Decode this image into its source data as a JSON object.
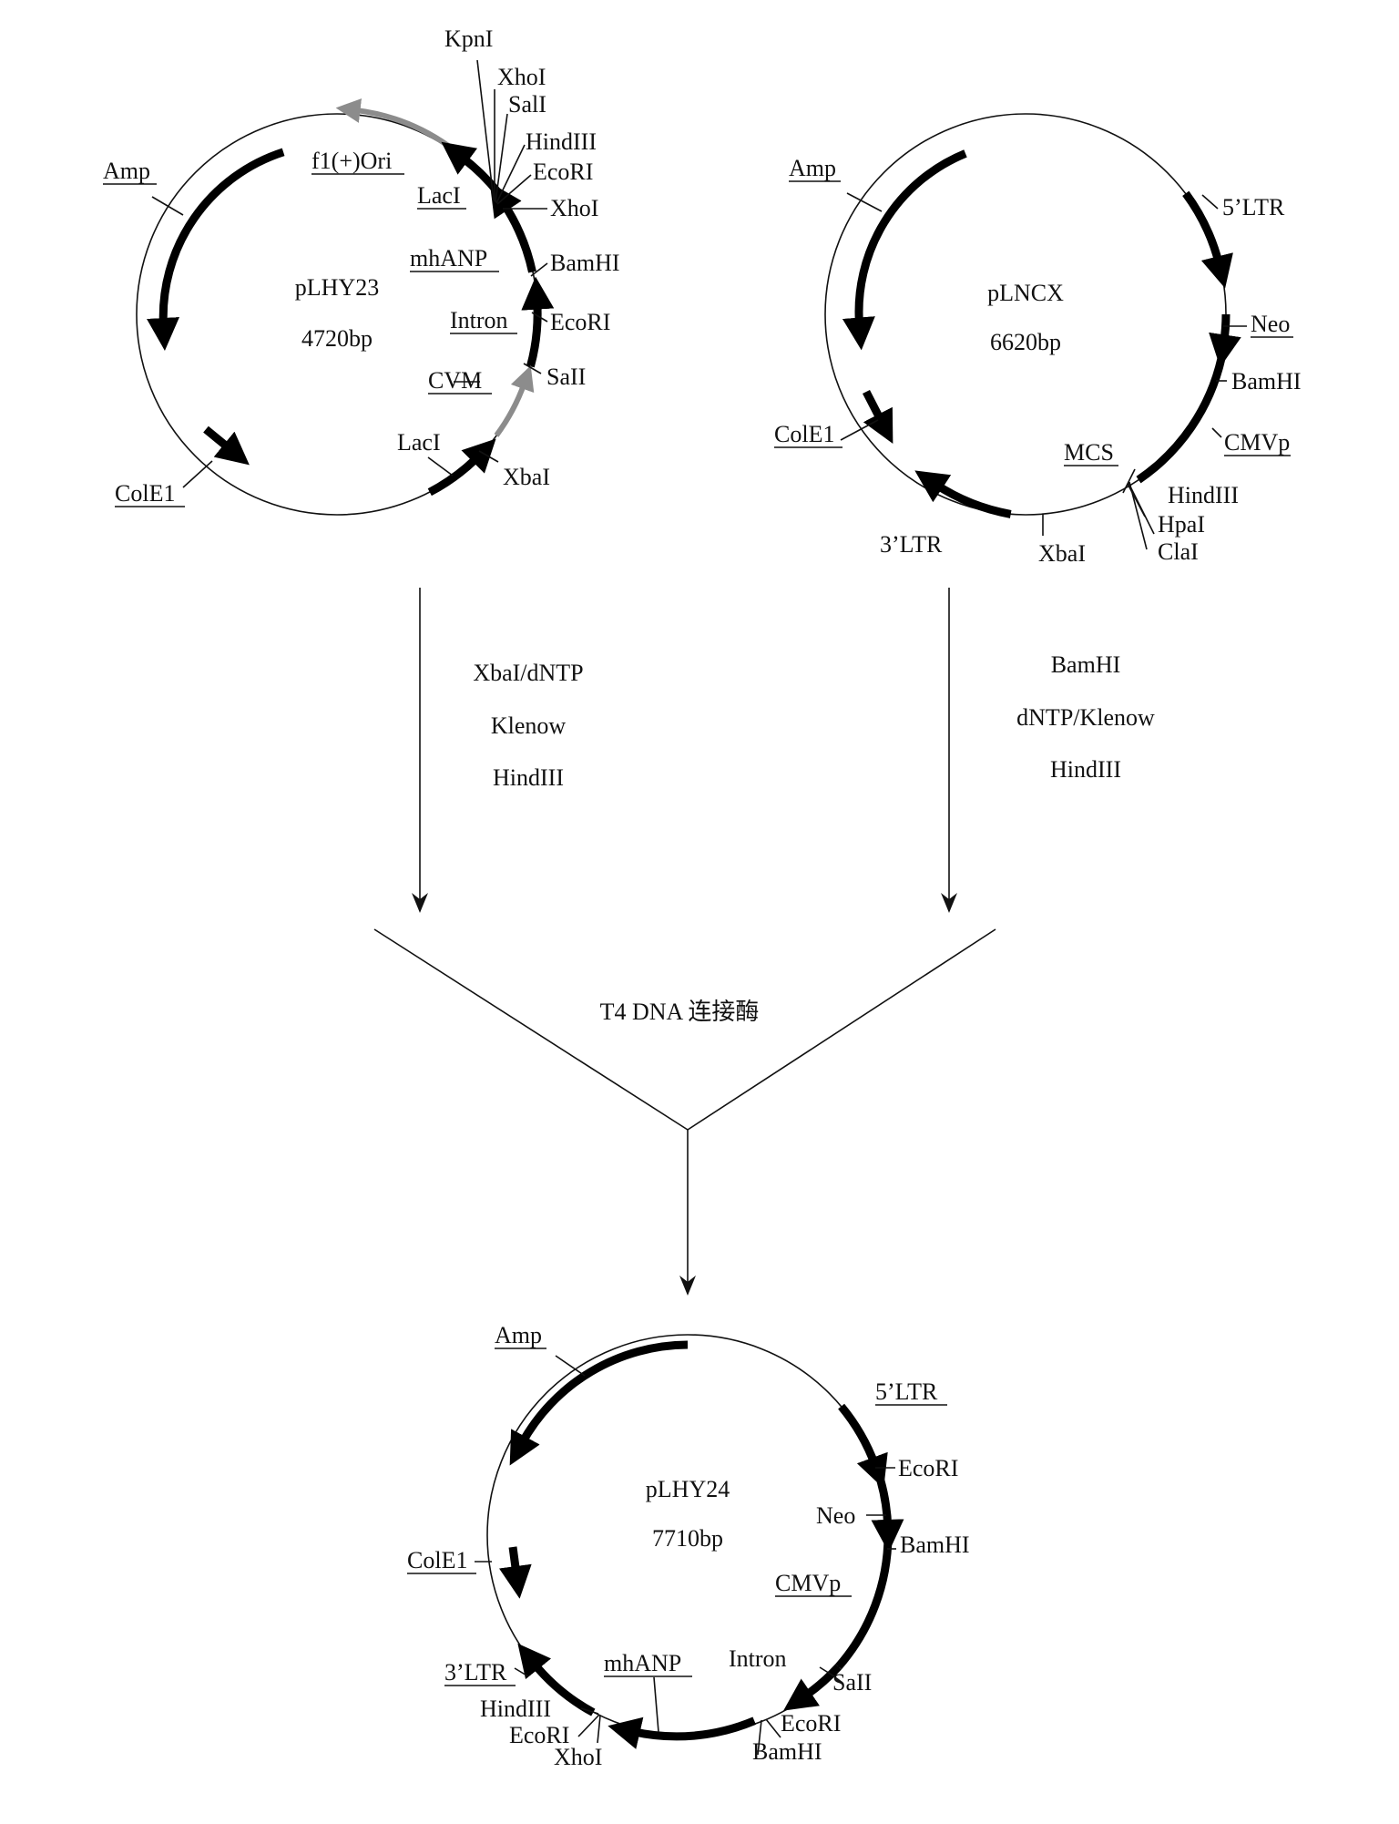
{
  "plasmids": {
    "pLHY23": {
      "name": "pLHY23",
      "size": "4720bp",
      "labels": {
        "amp": "Amp",
        "f1ori": "f1(+)Ori",
        "kpni": "KpnI",
        "xhoi_top": "XhoI",
        "sali_top": "SalI",
        "hindiii": "HindIII",
        "ecori_top": "EcoRI",
        "laci_top": "LacI",
        "xhoi_mid": "XhoI",
        "mhanp": "mhANP",
        "bamhi": "BamHI",
        "intron": "Intron",
        "ecori_mid": "EcoRI",
        "cvm": "CVM",
        "sali_mid": "SaII",
        "laci_bottom": "LacI",
        "xbai": "XbaI",
        "cole1": "ColE1"
      }
    },
    "pLNCX": {
      "name": "pLNCX",
      "size": "6620bp",
      "labels": {
        "amp": "Amp",
        "ltr5": "5’LTR",
        "neo": "Neo",
        "bamhi": "BamHI",
        "cmvp": "CMVp",
        "mcs": "MCS",
        "hindiii": "HindIII",
        "hpai": "HpaI",
        "clai": "ClaI",
        "xbai": "XbaI",
        "ltr3": "3’LTR",
        "cole1": "ColE1"
      }
    },
    "pLHY24": {
      "name": "pLHY24",
      "size": "7710bp",
      "labels": {
        "amp": "Amp",
        "ltr5": "5’LTR",
        "ecori_top": "EcoRI",
        "neo": "Neo",
        "bamhi_top": "BamHI",
        "cmvp": "CMVp",
        "intron": "Intron",
        "sali": "SaII",
        "ecori_bottom": "EcoRI",
        "bamhi_bottom": "BamHI",
        "mhanp": "mhANP",
        "ltr3": "3’LTR",
        "hindiii": "HindIII",
        "ecori_left": "EcoRI",
        "xhoi": "XhoI",
        "cole1": "ColE1"
      }
    }
  },
  "steps": {
    "left": [
      "XbaI/dNTP",
      "Klenow",
      "HindIII"
    ],
    "right": [
      "BamHI",
      "dNTP/Klenow",
      "HindIII"
    ],
    "ligation": "T4 DNA 连接酶"
  },
  "colors": {
    "line": "#111111",
    "heavy": "#000000",
    "grey": "#8c8c8c"
  }
}
